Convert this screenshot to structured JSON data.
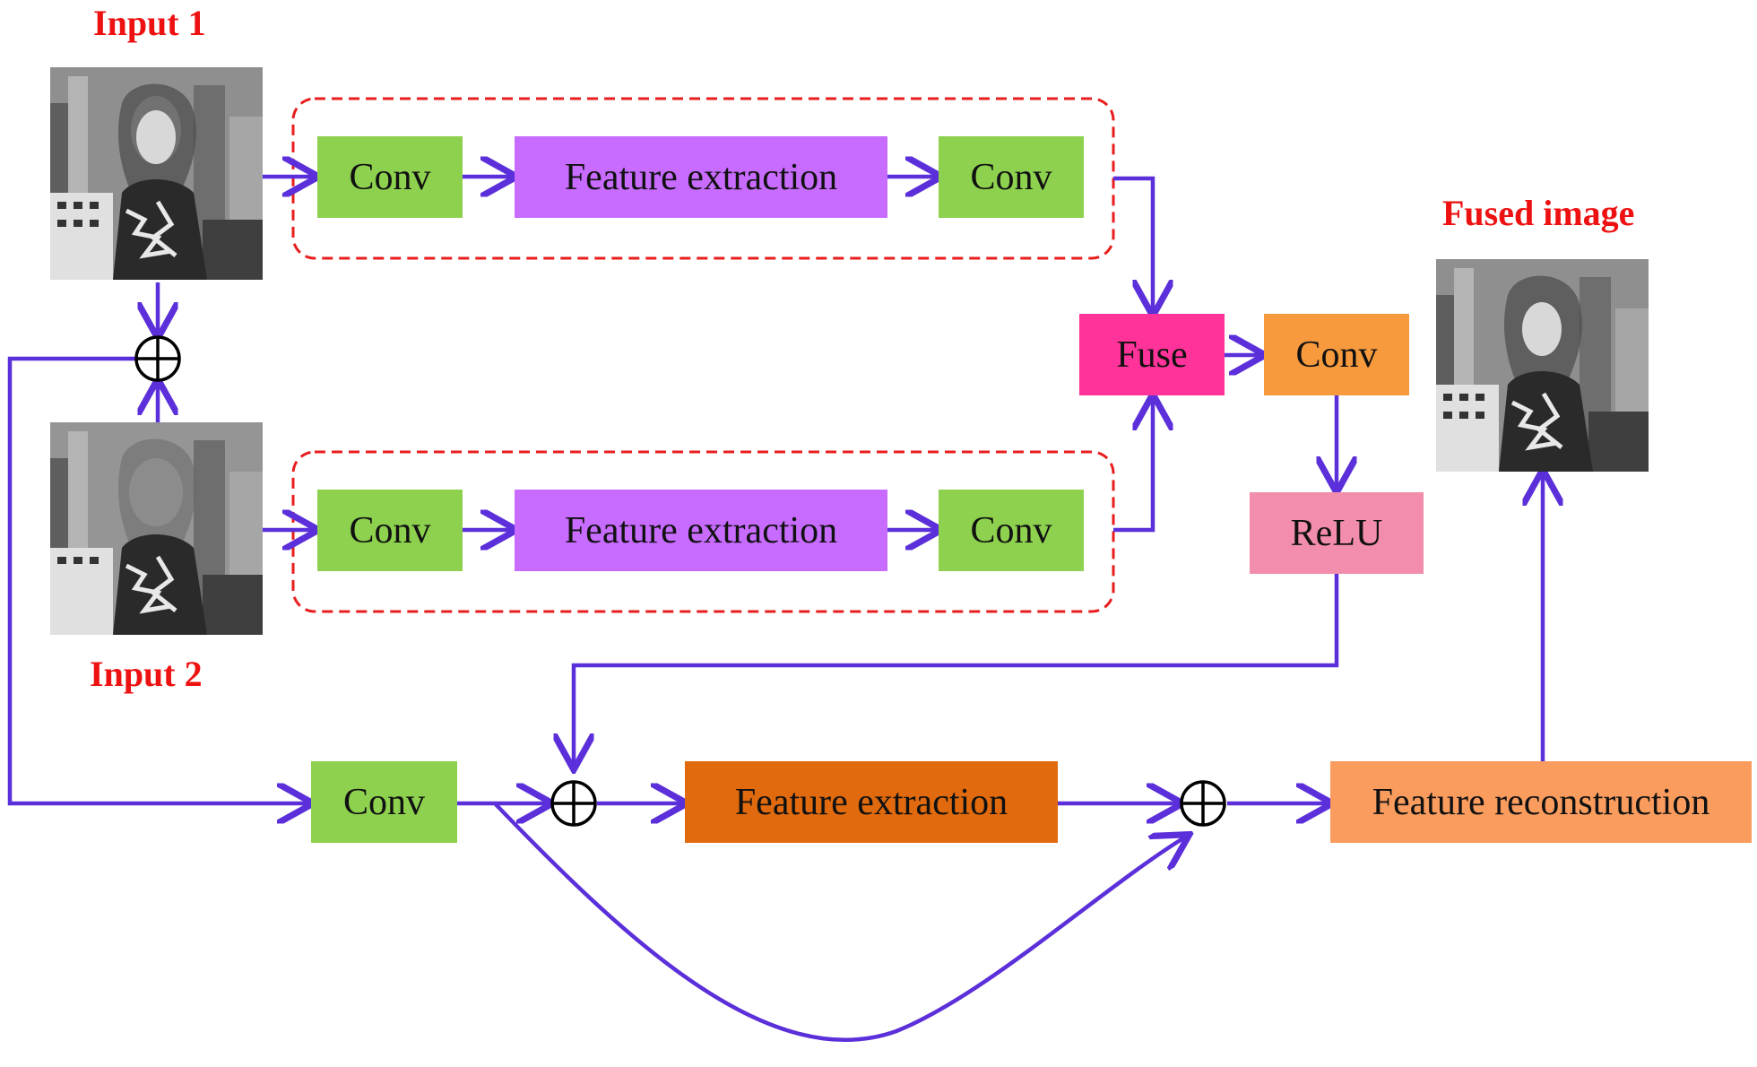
{
  "labels": {
    "input1": "Input 1",
    "input2": "Input 2",
    "fused": "Fused image"
  },
  "blocks": {
    "conv_top_1": "Conv",
    "feat_top": "Feature extraction",
    "conv_top_2": "Conv",
    "conv_bot_1": "Conv",
    "feat_bot": "Feature extraction",
    "conv_bot_2": "Conv",
    "fuse": "Fuse",
    "conv_fuse": "Conv",
    "relu": "ReLU",
    "conv_main": "Conv",
    "feat_main": "Feature extraction",
    "reconstruct": "Feature reconstruction"
  },
  "colors": {
    "arrow": "#5b2fd9",
    "conv": "#8dd14e",
    "feature_extraction": "#c86bff",
    "fuse": "#ff3399",
    "conv_orange": "#f79a3d",
    "relu": "#f28dab",
    "feature_extraction_main": "#e06a0d",
    "reconstruction": "#fa9c5e",
    "dashed_border": "#e81e1e",
    "label_red": "#ee1111"
  }
}
